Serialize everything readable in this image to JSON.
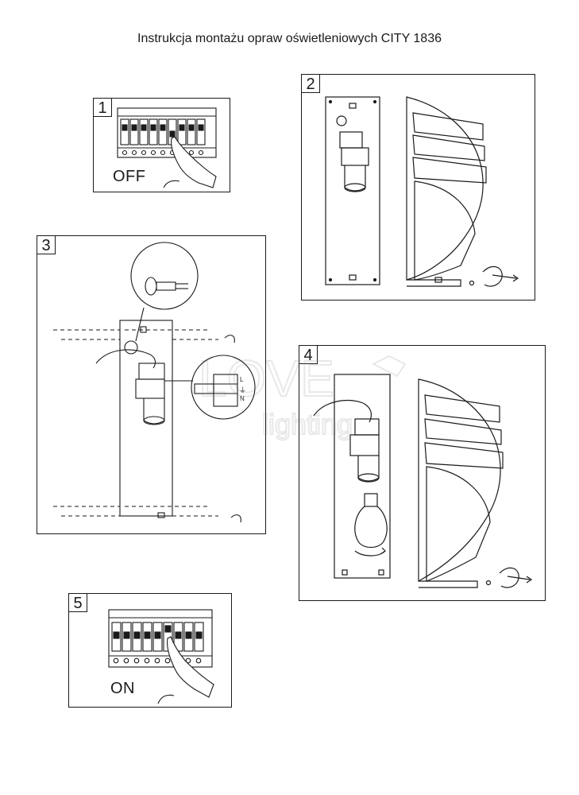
{
  "title": "Instrukcja montażu opraw oświetleniowych CITY 1836",
  "steps": [
    {
      "number": "1",
      "label": "OFF"
    },
    {
      "number": "2"
    },
    {
      "number": "3",
      "terminal": {
        "L": "L",
        "N": "N",
        "earth": "⏚"
      }
    },
    {
      "number": "4"
    },
    {
      "number": "5",
      "label": "ON"
    }
  ],
  "watermark": {
    "line1": "LOVE",
    "line2": "lighting"
  },
  "colors": {
    "line": "#1a1a1a",
    "background": "#ffffff"
  }
}
